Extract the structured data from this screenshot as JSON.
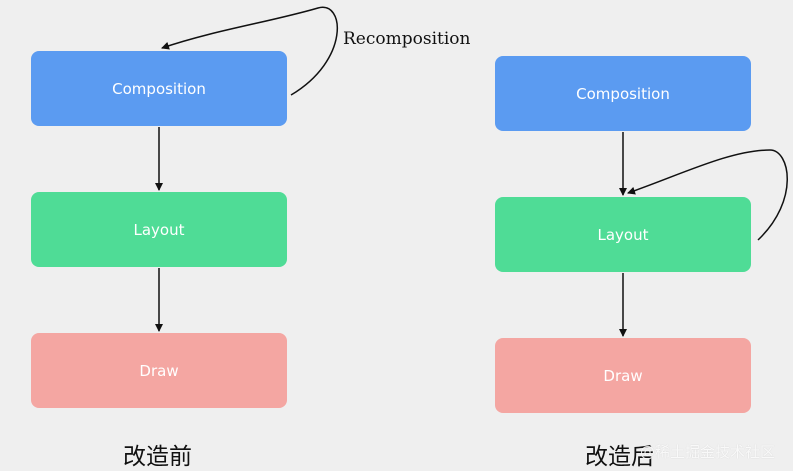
{
  "left_diagram": {
    "steps": [
      "Composition",
      "Layout",
      "Draw"
    ],
    "loop_label": "Recomposition",
    "caption": "改造前"
  },
  "right_diagram": {
    "steps": [
      "Composition",
      "Layout",
      "Draw"
    ],
    "caption": "改造后"
  },
  "watermark": "@稀土掘金技术社区",
  "colors": {
    "composition": "#5b9bf1",
    "layout": "#4fdc96",
    "draw": "#f4a6a2",
    "arrow": "#111111",
    "background": "#efefef"
  }
}
